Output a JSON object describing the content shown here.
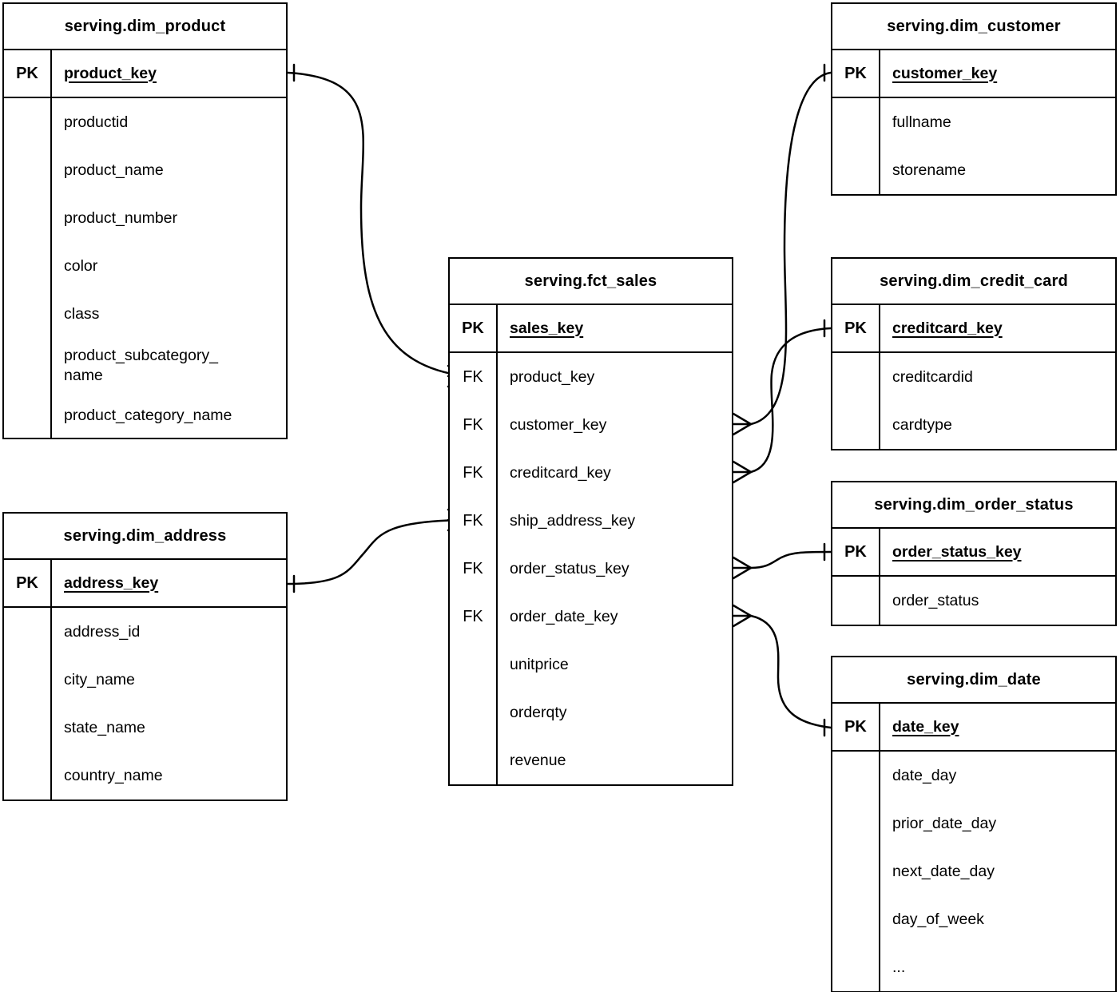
{
  "background_color": "#ffffff",
  "line_color": "#000000",
  "tables": [
    {
      "title": "serving.dim_product",
      "columns": [
        {
          "key": "PK",
          "field": "product_key",
          "is_pk": true
        },
        {
          "key": "",
          "field": "productid"
        },
        {
          "key": "",
          "field": "product_name"
        },
        {
          "key": "",
          "field": "product_number"
        },
        {
          "key": "",
          "field": "color"
        },
        {
          "key": "",
          "field": "class"
        },
        {
          "key": "",
          "field": "product_subcategory_name"
        },
        {
          "key": "",
          "field": "product_category_name"
        }
      ]
    },
    {
      "title": "serving.dim_customer",
      "columns": [
        {
          "key": "PK",
          "field": "customer_key",
          "is_pk": true
        },
        {
          "key": "",
          "field": "fullname"
        },
        {
          "key": "",
          "field": "storename"
        }
      ]
    },
    {
      "title": "serving.fct_sales",
      "columns": [
        {
          "key": "PK",
          "field": "sales_key",
          "is_pk": true
        },
        {
          "key": "FK",
          "field": "product_key"
        },
        {
          "key": "FK",
          "field": "customer_key"
        },
        {
          "key": "FK",
          "field": "creditcard_key"
        },
        {
          "key": "FK",
          "field": "ship_address_key"
        },
        {
          "key": "FK",
          "field": "order_status_key"
        },
        {
          "key": "FK",
          "field": "order_date_key"
        },
        {
          "key": "",
          "field": "unitprice"
        },
        {
          "key": "",
          "field": "orderqty"
        },
        {
          "key": "",
          "field": "revenue"
        }
      ]
    },
    {
      "title": "serving.dim_credit_card",
      "columns": [
        {
          "key": "PK",
          "field": "creditcard_key",
          "is_pk": true
        },
        {
          "key": "",
          "field": "creditcardid"
        },
        {
          "key": "",
          "field": "cardtype"
        }
      ]
    },
    {
      "title": "serving.dim_order_status",
      "columns": [
        {
          "key": "PK",
          "field": "order_status_key",
          "is_pk": true
        },
        {
          "key": "",
          "field": "order_status"
        }
      ]
    },
    {
      "title": "serving.dim_date",
      "columns": [
        {
          "key": "PK",
          "field": "date_key",
          "is_pk": true
        },
        {
          "key": "",
          "field": "date_day"
        },
        {
          "key": "",
          "field": "prior_date_day"
        },
        {
          "key": "",
          "field": "next_date_day"
        },
        {
          "key": "",
          "field": "day_of_week"
        },
        {
          "key": "",
          "field": "..."
        }
      ]
    },
    {
      "title": "serving.dim_address",
      "columns": [
        {
          "key": "PK",
          "field": "address_key",
          "is_pk": true
        },
        {
          "key": "",
          "field": "address_id"
        },
        {
          "key": "",
          "field": "city_name"
        },
        {
          "key": "",
          "field": "state_name"
        },
        {
          "key": "",
          "field": "country_name"
        }
      ]
    }
  ],
  "relations": [
    {
      "from_table": "serving.fct_sales",
      "from_field": "product_key",
      "from_cardinality": "many",
      "to_table": "serving.dim_product",
      "to_field": "product_key",
      "to_cardinality": "one"
    },
    {
      "from_table": "serving.fct_sales",
      "from_field": "customer_key",
      "from_cardinality": "many",
      "to_table": "serving.dim_customer",
      "to_field": "customer_key",
      "to_cardinality": "one"
    },
    {
      "from_table": "serving.fct_sales",
      "from_field": "creditcard_key",
      "from_cardinality": "many",
      "to_table": "serving.dim_credit_card",
      "to_field": "creditcard_key",
      "to_cardinality": "one"
    },
    {
      "from_table": "serving.fct_sales",
      "from_field": "ship_address_key",
      "from_cardinality": "many",
      "to_table": "serving.dim_address",
      "to_field": "address_key",
      "to_cardinality": "one"
    },
    {
      "from_table": "serving.fct_sales",
      "from_field": "order_status_key",
      "from_cardinality": "many",
      "to_table": "serving.dim_order_status",
      "to_field": "order_status_key",
      "to_cardinality": "one"
    },
    {
      "from_table": "serving.fct_sales",
      "from_field": "order_date_key",
      "from_cardinality": "many",
      "to_table": "serving.dim_date",
      "to_field": "date_key",
      "to_cardinality": "one"
    }
  ]
}
